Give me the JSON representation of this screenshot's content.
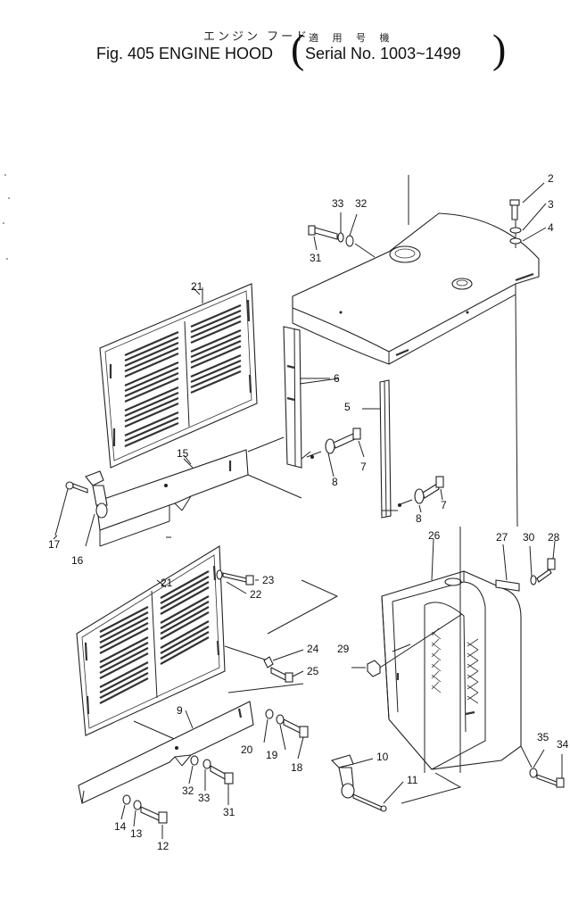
{
  "header": {
    "jp_title": "エンジン フード",
    "jp_serial": "適 用 号 機",
    "fig_label": "Fig. 405 ENGINE HOOD",
    "serial_label": "Serial No. 1003~1499"
  },
  "callouts": {
    "c1": "2",
    "c2": "3",
    "c3": "4",
    "c4": "33",
    "c5": "32",
    "c6": "31",
    "c7": "21",
    "c8": "6",
    "c9": "5",
    "c10": "7",
    "c11": "8",
    "c12": "8",
    "c13": "7",
    "c14": "15",
    "c15": "17",
    "c16": "16",
    "c17": "21",
    "c18": "23",
    "c19": "22",
    "c20": "26",
    "c21": "27",
    "c22": "30",
    "c23": "28",
    "c24": "24",
    "c25": "29",
    "c26": "25",
    "c27": "9",
    "c28": "20",
    "c29": "19",
    "c30": "18",
    "c31": "10",
    "c32": "32",
    "c33": "33",
    "c34": "31",
    "c35": "11",
    "c36": "14",
    "c37": "13",
    "c38": "12",
    "c39": "35",
    "c40": "34"
  }
}
